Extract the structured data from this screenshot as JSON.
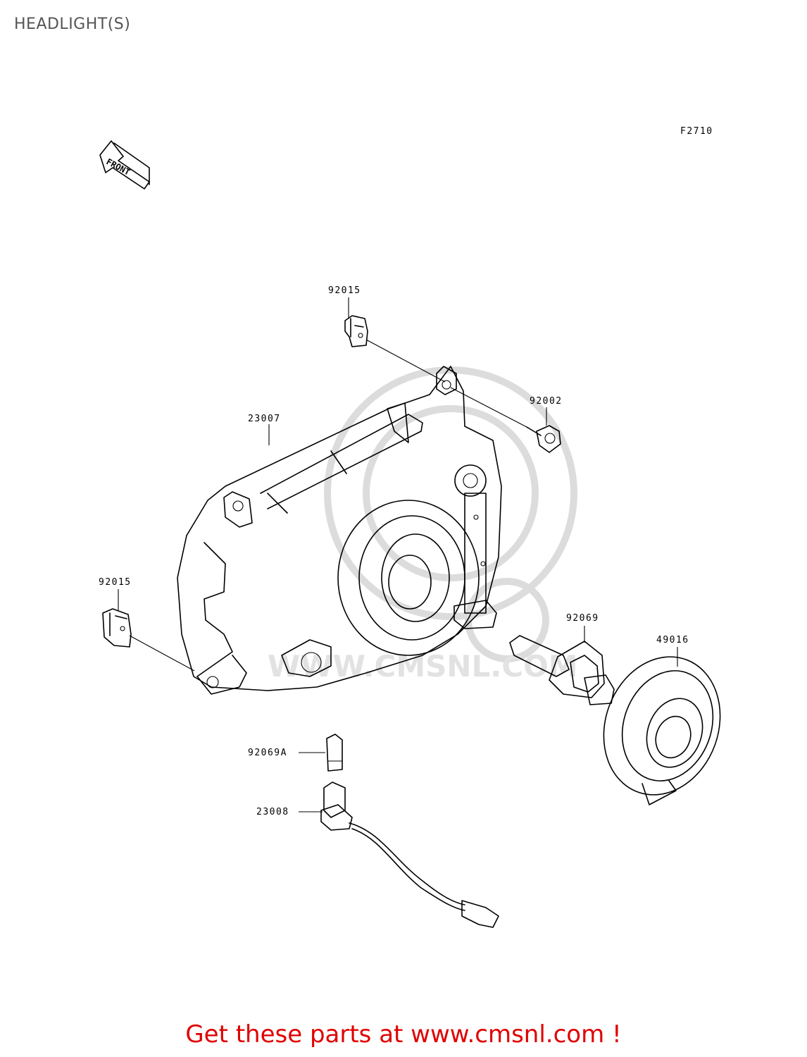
{
  "title": "HEADLIGHT(S)",
  "figure_code": "F2710",
  "front_arrow_label": "FRONT",
  "watermark_text": "WWW.CMSNL.COM",
  "parts": {
    "p92015_top": "92015",
    "p23007": "23007",
    "p92002": "92002",
    "p92015_left": "92015",
    "p92069": "92069",
    "p49016": "49016",
    "p92069A": "92069A",
    "p23008": "23008"
  },
  "footer": "Get these parts at www.cmsnl.com !"
}
